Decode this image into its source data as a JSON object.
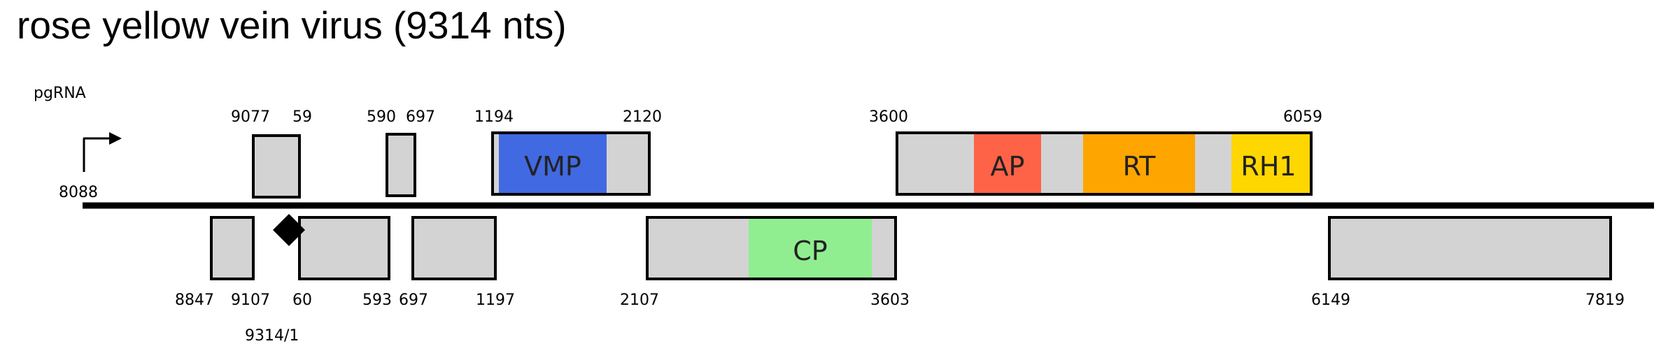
{
  "title": "rose yellow vein virus (9314 nts)",
  "promoter": {
    "label": "pgRNA",
    "position": "8088"
  },
  "origin_label": "9314/1",
  "colors": {
    "box_fill": "#d3d3d3",
    "genome_line": "#000000",
    "VMP": "#4169e1",
    "AP": "#ff6347",
    "RT": "#ffa500",
    "RH1": "#ffd700",
    "CP": "#90ee90"
  },
  "labels": {
    "upper": [
      "9077",
      "59",
      "590",
      "697",
      "1194",
      "2120",
      "3600",
      "6059"
    ],
    "lower": [
      "8847",
      "9107",
      "60",
      "593",
      "697",
      "1197",
      "2107",
      "3603",
      "6149",
      "7819"
    ]
  },
  "domains": {
    "vmp": "VMP",
    "ap": "AP",
    "rt": "RT",
    "rh1": "RH1",
    "cp": "CP"
  }
}
